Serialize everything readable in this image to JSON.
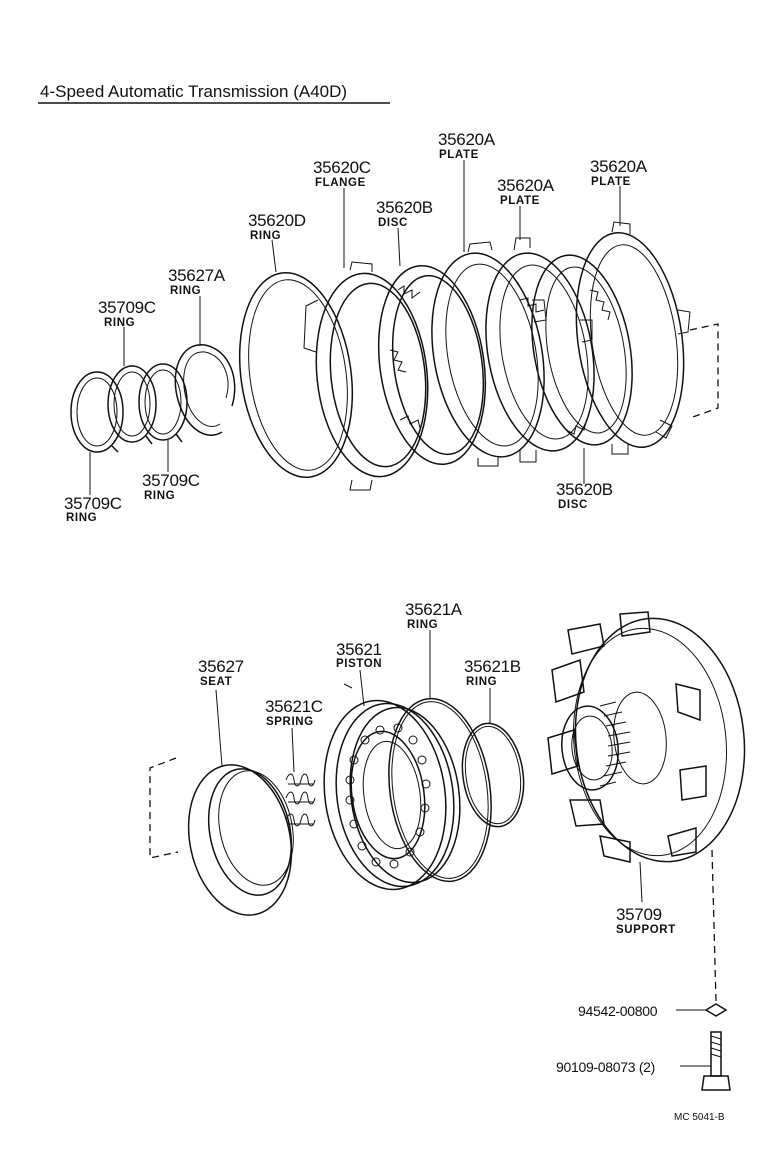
{
  "title": "4-Speed Automatic Transmission (A40D)",
  "figure_code": "MC 5041-B",
  "parts": {
    "p35709c_a": {
      "number": "35709C",
      "name": "RING"
    },
    "p35709c_b": {
      "number": "35709C",
      "name": "RING"
    },
    "p35709c_c": {
      "number": "35709C",
      "name": "RING"
    },
    "p35627a": {
      "number": "35627A",
      "name": "RING"
    },
    "p35620d": {
      "number": "35620D",
      "name": "RING"
    },
    "p35620c": {
      "number": "35620C",
      "name": "FLANGE"
    },
    "p35620b_top": {
      "number": "35620B",
      "name": "DISC"
    },
    "p35620a_1": {
      "number": "35620A",
      "name": "PLATE"
    },
    "p35620a_2": {
      "number": "35620A",
      "name": "PLATE"
    },
    "p35620a_3": {
      "number": "35620A",
      "name": "PLATE"
    },
    "p35620b_bot": {
      "number": "35620B",
      "name": "DISC"
    },
    "p35621a": {
      "number": "35621A",
      "name": "RING"
    },
    "p35621": {
      "number": "35621",
      "name": "PISTON"
    },
    "p35621b": {
      "number": "35621B",
      "name": "RING"
    },
    "p35627": {
      "number": "35627",
      "name": "SEAT"
    },
    "p35621c": {
      "number": "35621C",
      "name": "SPRING"
    },
    "p35709": {
      "number": "35709",
      "name": "SUPPORT"
    },
    "p94542": {
      "number": "94542-00800"
    },
    "p90109": {
      "number": "90109-08073 (2)"
    }
  }
}
